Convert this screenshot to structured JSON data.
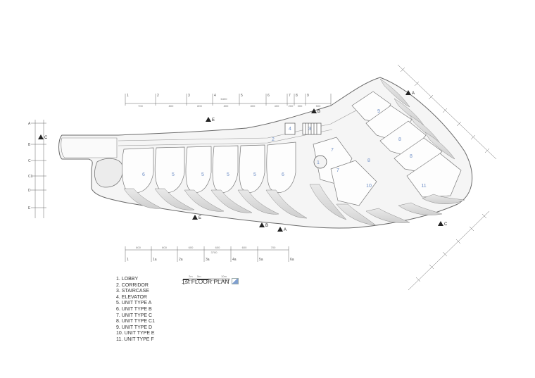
{
  "title": "1st FLOOR PLAN",
  "legend": [
    "1. LOBBY",
    "2. CORRIDOR",
    "3. STAIRCASE",
    "4. ELEVATOR",
    "5. UNIT TYPE A",
    "6. UNIT TYPE B",
    "7. UNIT TYPE C",
    "8. UNIT TYPE C1",
    "9. UNIT TYPE D",
    "10. UNIT TYPE E",
    "11. UNIT TYPE F"
  ],
  "scale_bar": {
    "labels": [
      "0",
      "2m",
      "5m",
      "10m"
    ]
  },
  "top_dimensions": [
    "700",
    "800",
    "800",
    "800",
    "800",
    "400",
    "200",
    "300",
    "500"
  ],
  "top_total": "6400",
  "top_grid": [
    "1",
    "2",
    "3",
    "4",
    "5",
    "6",
    "7",
    "8",
    "9"
  ],
  "bottom_dimensions": [
    "600",
    "600",
    "600",
    "600",
    "600",
    "700"
  ],
  "bottom_total": "3700",
  "bottom_grid": [
    "1",
    "1a",
    "2a",
    "3a",
    "4a",
    "5a",
    "6a"
  ],
  "left_grid": [
    "A",
    "B",
    "C",
    "C1",
    "D",
    "E"
  ],
  "section_marks": [
    "A",
    "A",
    "B",
    "B",
    "C",
    "C",
    "E",
    "E"
  ],
  "rooms": [
    {
      "label": "1"
    },
    {
      "label": "2"
    },
    {
      "label": "3"
    },
    {
      "label": "4"
    },
    {
      "label": "5"
    },
    {
      "label": "5"
    },
    {
      "label": "5"
    },
    {
      "label": "5"
    },
    {
      "label": "6"
    },
    {
      "label": "6"
    },
    {
      "label": "7"
    },
    {
      "label": "7"
    },
    {
      "label": "8"
    },
    {
      "label": "8"
    },
    {
      "label": "8"
    },
    {
      "label": "9"
    },
    {
      "label": "10"
    },
    {
      "label": "11"
    }
  ]
}
